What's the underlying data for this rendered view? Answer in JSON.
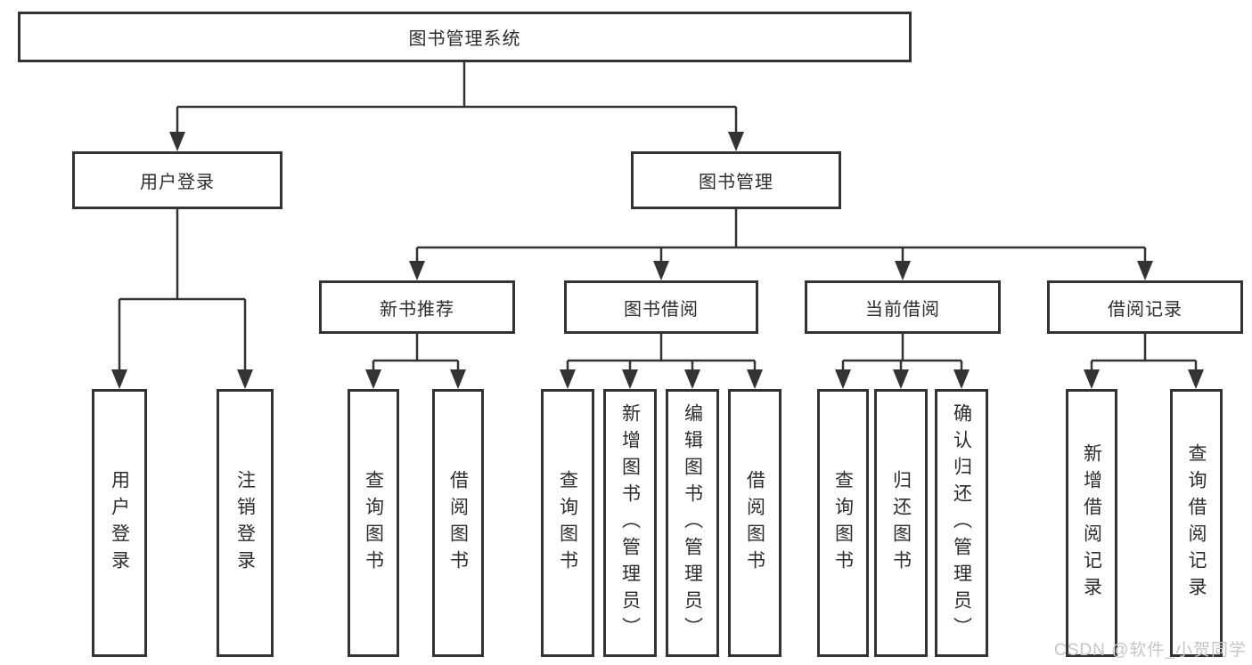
{
  "tree": {
    "label": "图书管理系统",
    "children": [
      {
        "label": "用户登录",
        "children": [
          {
            "label": "用户登录"
          },
          {
            "label": "注销登录"
          }
        ]
      },
      {
        "label": "图书管理",
        "children": [
          {
            "label": "新书推荐",
            "children": [
              {
                "label": "查询图书"
              },
              {
                "label": "借阅图书"
              }
            ]
          },
          {
            "label": "图书借阅",
            "children": [
              {
                "label": "查询图书"
              },
              {
                "label": "新增图书（管理员）"
              },
              {
                "label": "编辑图书（管理员）"
              },
              {
                "label": "借阅图书"
              }
            ]
          },
          {
            "label": "当前借阅",
            "children": [
              {
                "label": "查询图书"
              },
              {
                "label": "归还图书"
              },
              {
                "label": "确认归还（管理员）"
              }
            ]
          },
          {
            "label": "借阅记录",
            "children": [
              {
                "label": "新增借阅记录"
              },
              {
                "label": "查询借阅记录"
              }
            ]
          }
        ]
      }
    ]
  },
  "watermark": {
    "text": "CSDN @软件_小贺同学"
  },
  "colors": {
    "line": "#333333",
    "box_border": "#333333",
    "box_background": "#ffffff",
    "text": "#2d2d2d",
    "watermark": "#c6c6c6",
    "page_background": "#ffffff"
  }
}
